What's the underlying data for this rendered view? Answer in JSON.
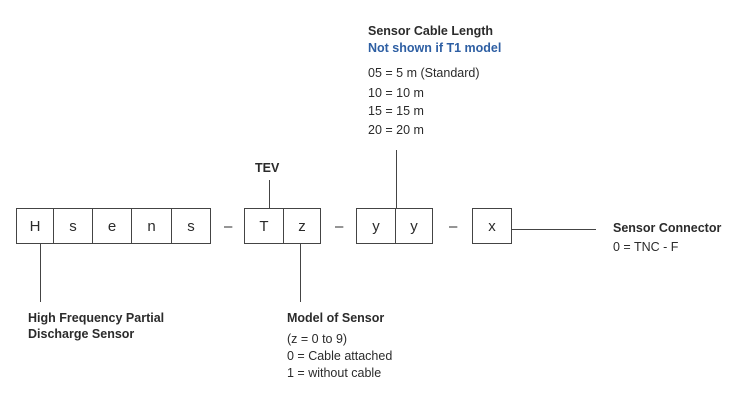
{
  "code_cells": [
    {
      "name": "code-cell-h",
      "text": "H"
    },
    {
      "name": "code-cell-s1",
      "text": "s"
    },
    {
      "name": "code-cell-e",
      "text": "e"
    },
    {
      "name": "code-cell-n",
      "text": "n"
    },
    {
      "name": "code-cell-s2",
      "text": "s"
    },
    {
      "name": "code-cell-t",
      "text": "T"
    },
    {
      "name": "code-cell-z",
      "text": "z"
    },
    {
      "name": "code-cell-y1",
      "text": "y"
    },
    {
      "name": "code-cell-y2",
      "text": "y"
    },
    {
      "name": "code-cell-x",
      "text": "x"
    }
  ],
  "separators": [
    "–",
    "–",
    "–"
  ],
  "labels": {
    "tev": "TEV",
    "cable_length": {
      "title": "Sensor Cable Length",
      "note": "Not shown if T1 model",
      "options": [
        "05 = 5 m (Standard)",
        "10 = 10 m",
        "15 = 15 m",
        "20 = 20 m"
      ]
    },
    "connector": {
      "title": "Sensor Connector",
      "options": [
        "0 = TNC - F"
      ]
    },
    "hfpd": {
      "line1": "High Frequency Partial",
      "line2": "Discharge Sensor"
    },
    "model": {
      "title": "Model of Sensor",
      "options": [
        "(z = 0 to 9)",
        "0 = Cable attached",
        "1 = without cable"
      ]
    }
  }
}
